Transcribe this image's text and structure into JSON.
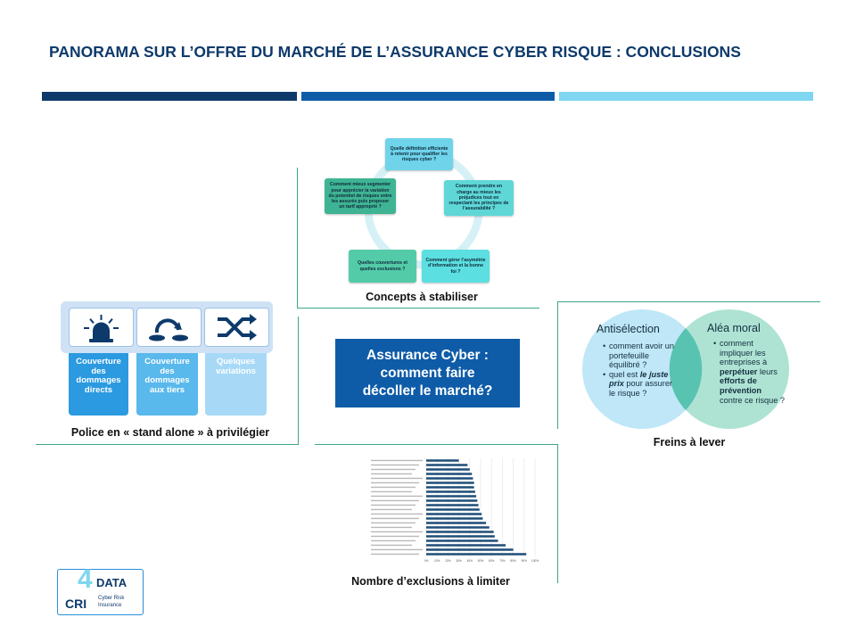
{
  "title": "PANORAMA SUR L’OFFRE DU MARCHÉ DE L’ASSURANCE CYBER RISQUE : CONCLUSIONS",
  "colors": {
    "bar1": "#0e3a6b",
    "bar2": "#0e5ca8",
    "bar3": "#7fd6f0",
    "accent_line": "#3aa58a"
  },
  "concepts": {
    "caption": "Concepts à stabiliser",
    "items": [
      "Quelle définition efficiente à retenir pour qualifier les risques cyber ?",
      "Comment prendre en charge au mieux les préjudices tout en respectant les principes de l’assurabilité ?",
      "Comment gérer l’asymétrie d’information et la bonne foi ?",
      "Quelles couvertures et quelles exclusions ?",
      "Comment mieux segmenter pour apprécier la variation du potentiel de risques entre les assurés puis proposer un tarif approprié ?"
    ]
  },
  "policy": {
    "caption": "Police en « stand alone » à privilégier",
    "icons": [
      "alarm-light-icon",
      "redo-arrow-icon",
      "shuffle-icon"
    ],
    "columns": [
      "Couverture des dommages directs",
      "Couverture des dommages aux tiers",
      "Quelques variations"
    ]
  },
  "center": {
    "line1": "Assurance Cyber :",
    "line2": "comment faire",
    "line3": "décoller le marché?"
  },
  "venn": {
    "caption": "Freins à lever",
    "left_title": "Antisélection",
    "left_items": [
      "comment avoir un portefeuille équilibré ?"
    ],
    "left_item2_pre": "quel est ",
    "left_item2_em": "le juste prix",
    "left_item2_post": " pour assurer le risque ?",
    "right_title": "Aléa moral",
    "right_pre": "comment impliquer les entreprises à ",
    "right_bold1": "perpétuer",
    "right_mid": " leurs ",
    "right_bold2": "efforts de prévention",
    "right_post": " contre ce risque ?"
  },
  "exclusions": {
    "caption": "Nombre d’exclusions à limiter"
  },
  "chart_data": {
    "type": "bar",
    "orientation": "horizontal",
    "categories": [
      "c1",
      "c2",
      "c3",
      "c4",
      "c5",
      "c6",
      "c7",
      "c8",
      "c9",
      "c10",
      "c11",
      "c12",
      "c13",
      "c14",
      "c15",
      "c16",
      "c17",
      "c18",
      "c19",
      "c20",
      "c21",
      "c22"
    ],
    "values": [
      30,
      38,
      40,
      42,
      43,
      44,
      44,
      45,
      46,
      47,
      48,
      49,
      51,
      52,
      55,
      58,
      62,
      63,
      66,
      73,
      80,
      92
    ],
    "xlim": [
      0,
      100
    ],
    "xticks": [
      "0%",
      "10%",
      "20%",
      "30%",
      "40%",
      "50%",
      "60%",
      "70%",
      "80%",
      "90%",
      "100%"
    ],
    "grid": true
  },
  "logo": {
    "number": "4",
    "word": "DATA",
    "prefix": "CRI",
    "sub1": "Cyber Risk",
    "sub2": "Insurance"
  }
}
